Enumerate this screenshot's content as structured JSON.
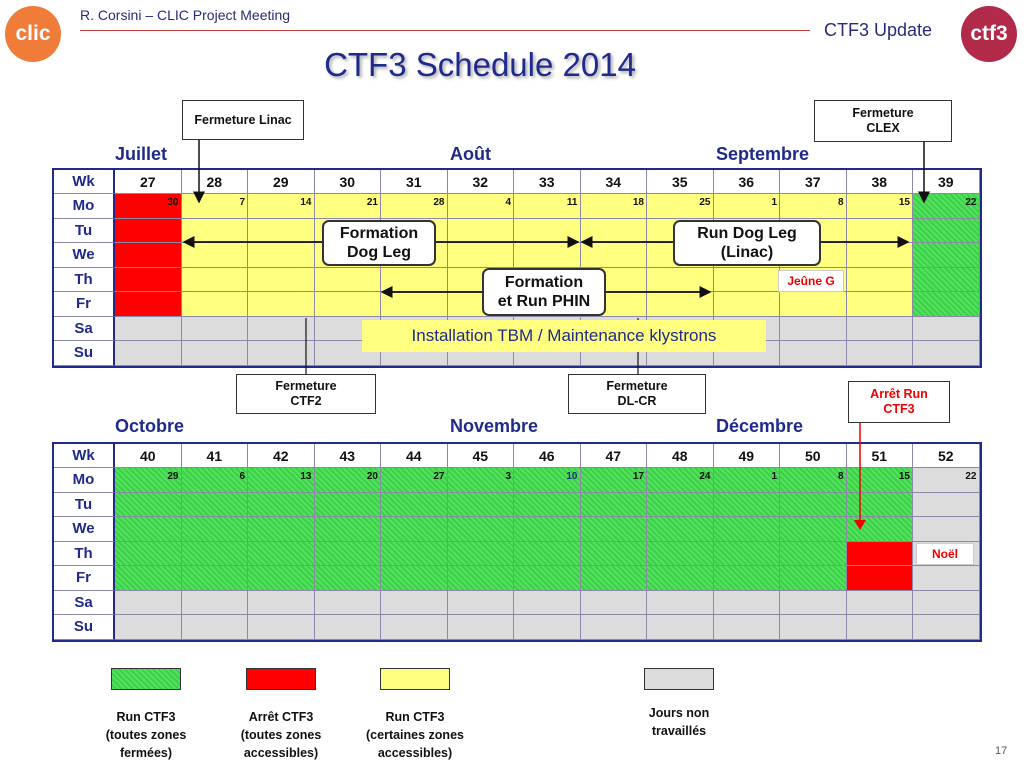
{
  "header": {
    "author": "R. Corsini – CLIC Project Meeting",
    "section": "CTF3 Update",
    "logo_left_text": "clic",
    "logo_right_text": "ctf3"
  },
  "title": "CTF3 Schedule 2014",
  "colors": {
    "green": "#3ccf48",
    "red": "#ff0000",
    "yellow": "#ffff80",
    "gray": "#dcdcdc",
    "navy": "#1f2a8a"
  },
  "days": [
    "Mo",
    "Tu",
    "We",
    "Th",
    "Fr",
    "Sa",
    "Su"
  ],
  "wk_label": "Wk",
  "calendar1": {
    "months": [
      "Juillet",
      "Août",
      "Septembre"
    ],
    "weeks": [
      "27",
      "28",
      "29",
      "30",
      "31",
      "32",
      "33",
      "34",
      "35",
      "36",
      "37",
      "38",
      "39"
    ],
    "monday_dates": [
      "30",
      "7",
      "14",
      "21",
      "28",
      "4",
      "11",
      "18",
      "25",
      "1",
      "8",
      "15",
      "22"
    ]
  },
  "calendar2": {
    "months": [
      "Octobre",
      "Novembre",
      "Décembre"
    ],
    "weeks": [
      "40",
      "41",
      "42",
      "43",
      "44",
      "45",
      "46",
      "47",
      "48",
      "49",
      "50",
      "51",
      "52"
    ],
    "monday_dates": [
      "29",
      "6",
      "13",
      "20",
      "27",
      "3",
      "10",
      "17",
      "24",
      "1",
      "8",
      "15",
      "22"
    ]
  },
  "annotations": {
    "fermeture_linac": "Fermeture Linac",
    "fermeture_clex": "Fermeture\nCLEX",
    "formation_dog_leg": "Formation\nDog Leg",
    "run_dog_leg": "Run Dog Leg\n(Linac)",
    "formation_phin": "Formation\net Run PHIN",
    "jeune_g": "Jeûne G",
    "installation": "Installation TBM / Maintenance klystrons",
    "fermeture_ctf2": "Fermeture\nCTF2",
    "fermeture_dlcr": "Fermeture\nDL-CR",
    "arret_run_ctf3": "Arrêt Run\nCTF3",
    "noel": "Noël"
  },
  "legend": [
    {
      "label": "Run CTF3\n(toutes zones\nfermées)",
      "color": "green"
    },
    {
      "label": "Arrêt CTF3\n(toutes zones\naccessibles)",
      "color": "red"
    },
    {
      "label": "Run CTF3\n(certaines zones\naccessibles)",
      "color": "yellow"
    },
    {
      "label": "Jours non\ntravaillés",
      "color": "gray"
    }
  ],
  "page_number": "17"
}
